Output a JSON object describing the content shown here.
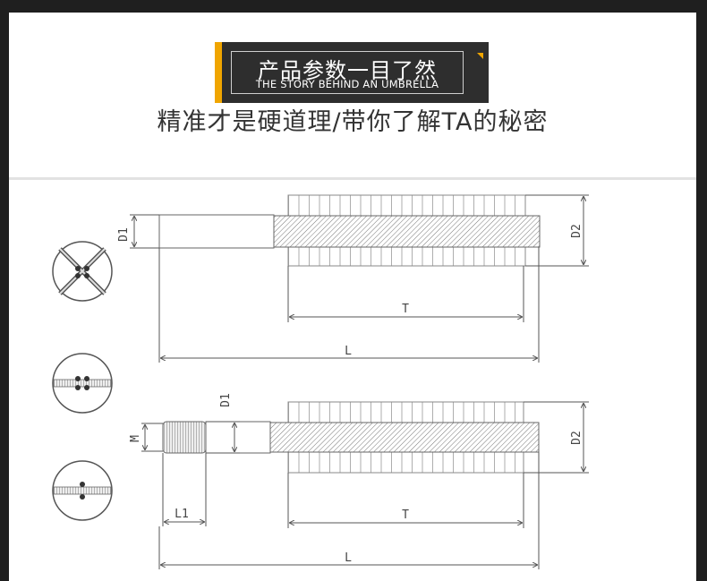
{
  "header": {
    "title_cn": "产品参数一目了然",
    "title_en": "THE STORY BEHIND AN UMBRELLA",
    "subtitle": "精准才是硬道理/带你了解TA的秘密"
  },
  "diagram": {
    "top": {
      "d1": "D1",
      "d2": "D2",
      "t": "T",
      "l": "L"
    },
    "bottom": {
      "d1": "D1",
      "m": "M",
      "d2": "D2",
      "l1": "L1",
      "t": "T",
      "l": "L"
    }
  }
}
